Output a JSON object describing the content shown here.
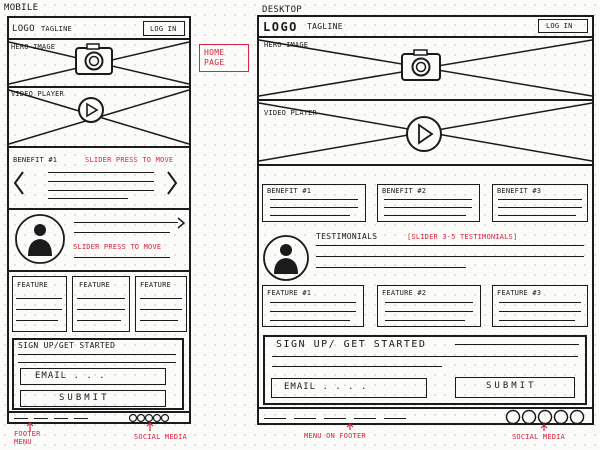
{
  "mobile": {
    "title": "MOBILE",
    "logo": "LOGO",
    "tagline": "TAGLINE",
    "login": "LOG IN",
    "hero": "HERO IMAGE",
    "video": "VIDEO PLAYER",
    "benefit": "BENEFIT #1",
    "slider_note": "SLIDER PRESS TO MOVE",
    "testimonial_note": "SLIDER PRESS TO MOVE",
    "features": [
      "FEATURE",
      "FEATURE",
      "FEATURE"
    ],
    "signup": "SIGN UP/GET STARTED",
    "email": "EMAIL . . .",
    "submit": "SUBMIT",
    "footer_menu": "FOOTER MENU",
    "social": "SOCIAL MEDIA"
  },
  "home_page": "HOME PAGE",
  "desktop": {
    "title": "DESKTOP",
    "logo": "LOGO",
    "tagline": "TAGLINE",
    "login": "LOG IN",
    "hero": "HERO IMAGE",
    "video": "VIDEO PLAYER",
    "benefits": [
      "BENEFIT #1",
      "BENEFIT #2",
      "BENEFIT #3"
    ],
    "testimonials": "TESTIMONIALS",
    "testimonials_note": "[SLIDER 3-5 TESTIMONIALS]",
    "features": [
      "FEATURE #1",
      "FEATURE #2",
      "FEATURE #3"
    ],
    "signup": "SIGN UP/ GET STARTED",
    "email": "EMAIL . . . .",
    "submit": "SUBMIT",
    "menu_note": "MENU ON FOOTER",
    "social": "SOCIAL MEDIA"
  },
  "colors": {
    "ink": "#1b1b1b",
    "annotation": "#d9253f",
    "paper": "#fbfbf9"
  }
}
